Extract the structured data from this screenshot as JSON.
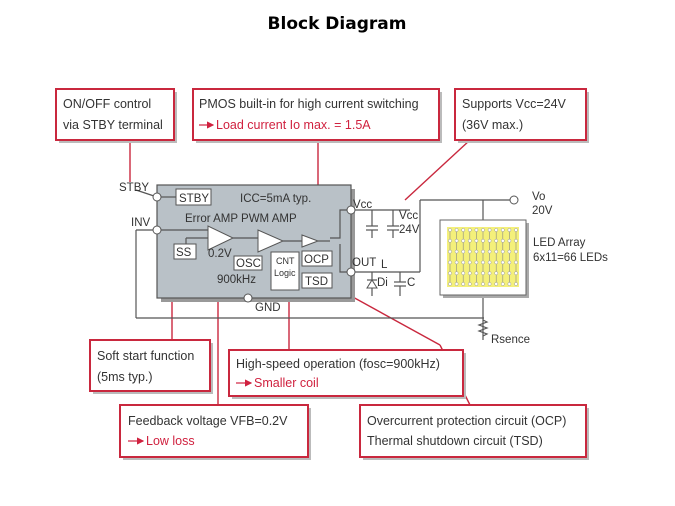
{
  "title": "Block Diagram",
  "callouts": {
    "onoff": {
      "line1": "ON/OFF control",
      "line2": "via STBY terminal"
    },
    "pmos": {
      "line1": "PMOS built-in for high current switching",
      "line2": "Load current Io max. = 1.5A"
    },
    "vcc": {
      "line1": "Supports Vcc=24V",
      "line2": "(36V max.)"
    },
    "softstart": {
      "line1": "Soft start function",
      "line2": "(5ms typ.)"
    },
    "highspeed": {
      "line1": "High-speed operation (fosc=900kHz)",
      "line2": "Smaller coil"
    },
    "feedback": {
      "line1": "Feedback voltage VFB=0.2V",
      "line2": "Low loss"
    },
    "protection": {
      "line1": "Overcurrent protection circuit (OCP)",
      "line2": "Thermal shutdown circuit (TSD)"
    }
  },
  "chip": {
    "stby_pin": "STBY",
    "inv_pin": "INV",
    "vcc_pin": "Vcc",
    "out_pin": "OUT",
    "gnd_pin": "GND",
    "stby_block": "STBY",
    "icc": "ICC=5mA typ.",
    "amps": "Error AMP PWM AMP",
    "ss": "SS",
    "ref": "0.2V",
    "osc": "OSC",
    "freq": "900kHz",
    "cnt": "CNT",
    "logic": "Logic",
    "ocp": "OCP",
    "tsd": "TSD"
  },
  "external": {
    "vcc_label": "Vcc",
    "vcc_value": "24V",
    "inductor": "L",
    "diode": "Di",
    "capacitor": "C",
    "vo_label": "Vo",
    "vo_value": "20V",
    "led_line1": "LED Array",
    "led_line2": "6x11=66 LEDs",
    "rsense": "Rsence"
  },
  "led_grid": {
    "columns": 11,
    "rows": 6
  },
  "colors": {
    "accent": "#c9283e",
    "chip": "#b9c1c7",
    "led": "#f4f07a"
  }
}
